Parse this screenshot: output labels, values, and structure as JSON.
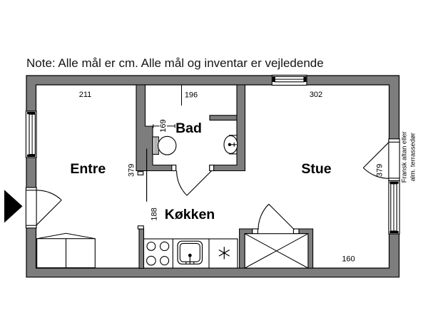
{
  "note": "Note: Alle mål er cm. Alle mål og inventar er vejledende",
  "plan": {
    "type": "apartment-floor-plan",
    "units": "cm",
    "colors": {
      "wall_fill": "#7d7d7d",
      "line": "#000000",
      "background": "#ffffff",
      "entrance_arrow": "#000000"
    },
    "rooms": {
      "entre": {
        "label": "Entre"
      },
      "bad": {
        "label": "Bad"
      },
      "kokken": {
        "label": "Køkken"
      },
      "stue": {
        "label": "Stue"
      }
    },
    "dimensions": {
      "entre_width": "211",
      "bad_width": "196",
      "stue_width": "302",
      "bad_niche_width": "169",
      "entre_depth": "379",
      "stue_depth": "379",
      "kokken_opening": "188",
      "stue_bottom_segment": "160"
    },
    "annotations": {
      "terrace_door_line1": "Fransk altan eller",
      "terrace_door_line2": "alm. terrassedør"
    },
    "fixtures": [
      "entrance-arrow",
      "entrance-door",
      "entre-wardrobe",
      "toilet",
      "washbasin",
      "stove-burners",
      "kitchen-sink",
      "dishwasher-asterisk",
      "stue-closet",
      "closet-door",
      "terrace-door",
      "window-left",
      "window-top",
      "window-right"
    ]
  }
}
